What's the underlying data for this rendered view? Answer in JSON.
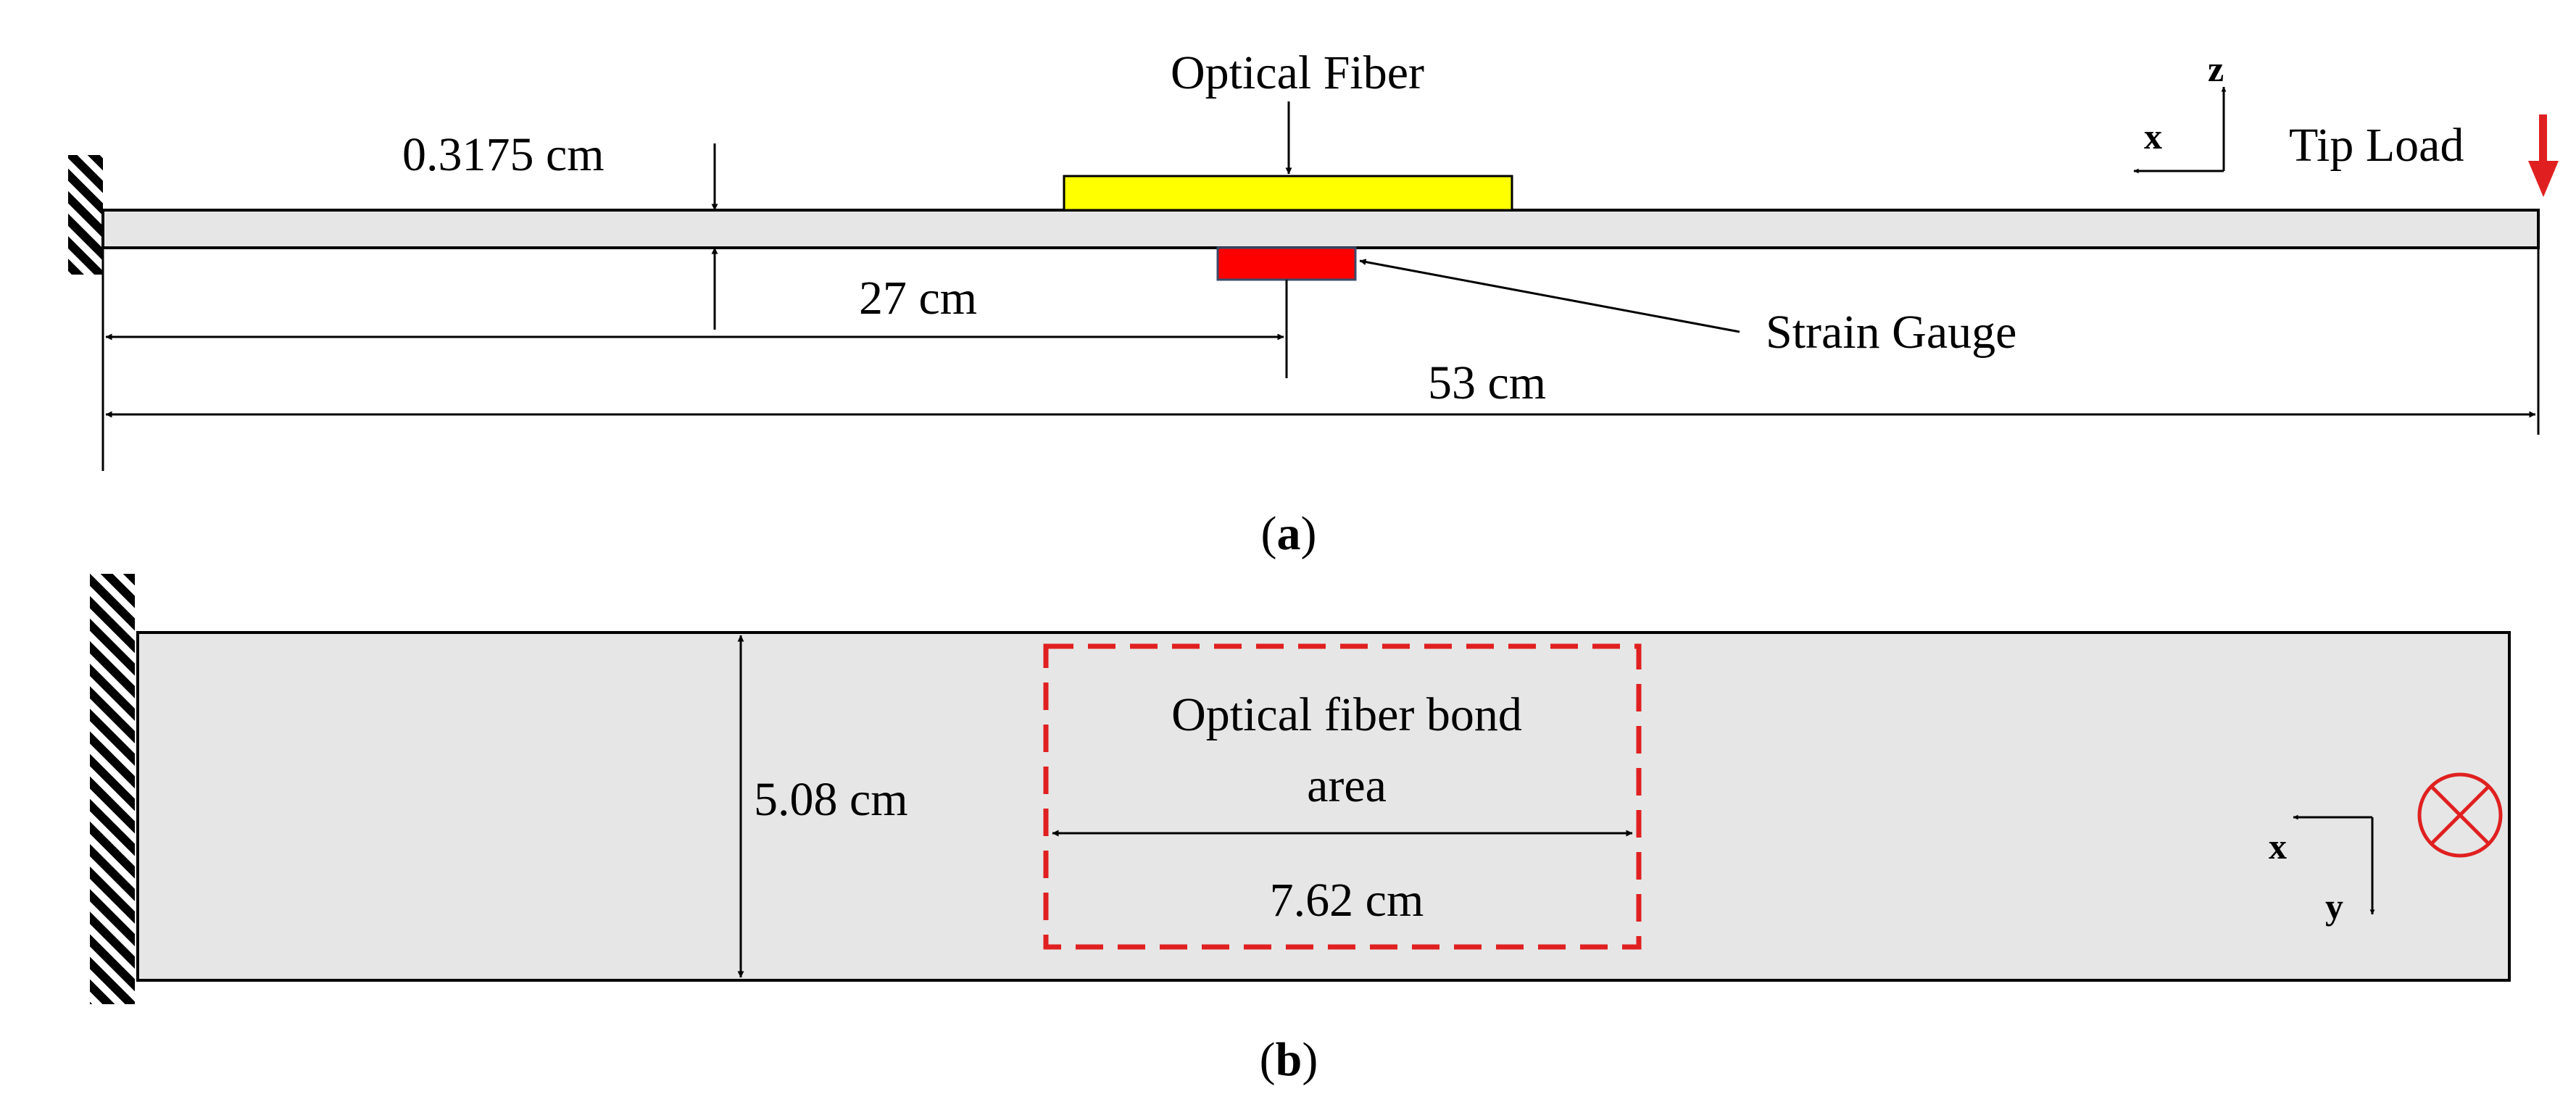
{
  "panel_a": {
    "caption": "a",
    "thickness_label": "0.3175 cm",
    "optical_fiber_label": "Optical Fiber",
    "strain_gauge_label": "Strain Gauge",
    "gauge_position_label": "27 cm",
    "length_label": "53 cm",
    "tip_load_label": "Tip Load",
    "axis_horizontal": "x",
    "axis_vertical": "z"
  },
  "panel_b": {
    "caption": "b",
    "width_label": "5.08 cm",
    "bond_area_line1": "Optical fiber bond",
    "bond_area_line2": "area",
    "bond_length_label": "7.62 cm",
    "axis_horizontal": "x",
    "axis_vertical": "y"
  },
  "colors": {
    "beam_fill": "#e6e6e6",
    "optical_fiber": "#ffff00",
    "strain_gauge": "#ff0000",
    "tip_load_arrow": "#e02020",
    "bond_area_outline": "#e02020"
  }
}
